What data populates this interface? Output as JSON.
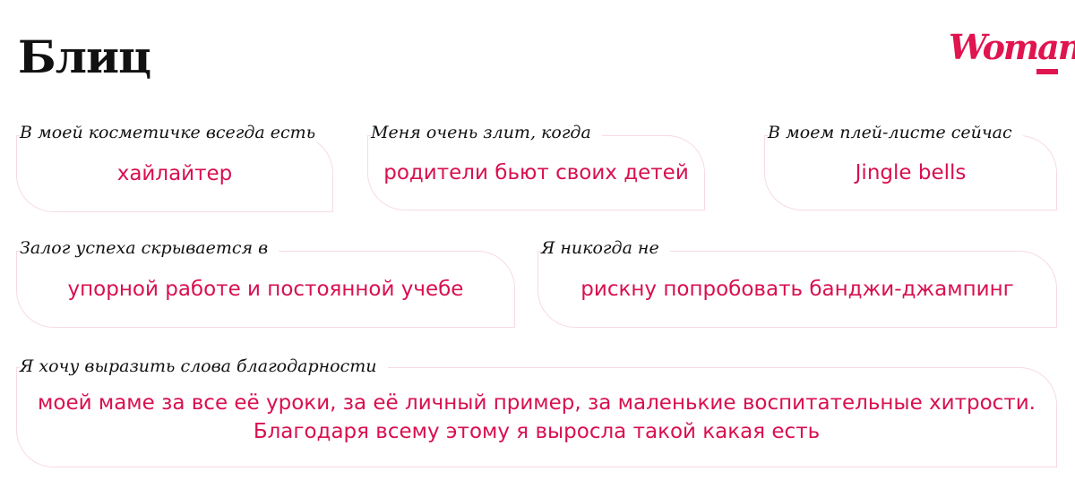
{
  "title": "Блиц",
  "logo": {
    "text": "Woman"
  },
  "colors": {
    "accent": "#d81050",
    "border": "#f6dbe2"
  },
  "items": [
    {
      "question": "В моей косметичке всегда есть",
      "answer": "хайлайтер"
    },
    {
      "question": "Меня очень злит, когда",
      "answer": "родители бьют своих детей"
    },
    {
      "question": "В моем плей-листе сейчас",
      "answer": "Jingle bells"
    },
    {
      "question": "Залог успеха скрывается в",
      "answer": "упорной работе и постоянной учебе"
    },
    {
      "question": "Я никогда не",
      "answer": "рискну попробовать банджи-джампинг"
    },
    {
      "question": "Я хочу выразить слова благодарности",
      "answer_lines": [
        "моей маме за все её уроки, за её личный пример, за маленькие воспитательные хитрости.",
        "Благодаря всему этому я выросла такой какая есть"
      ]
    }
  ]
}
